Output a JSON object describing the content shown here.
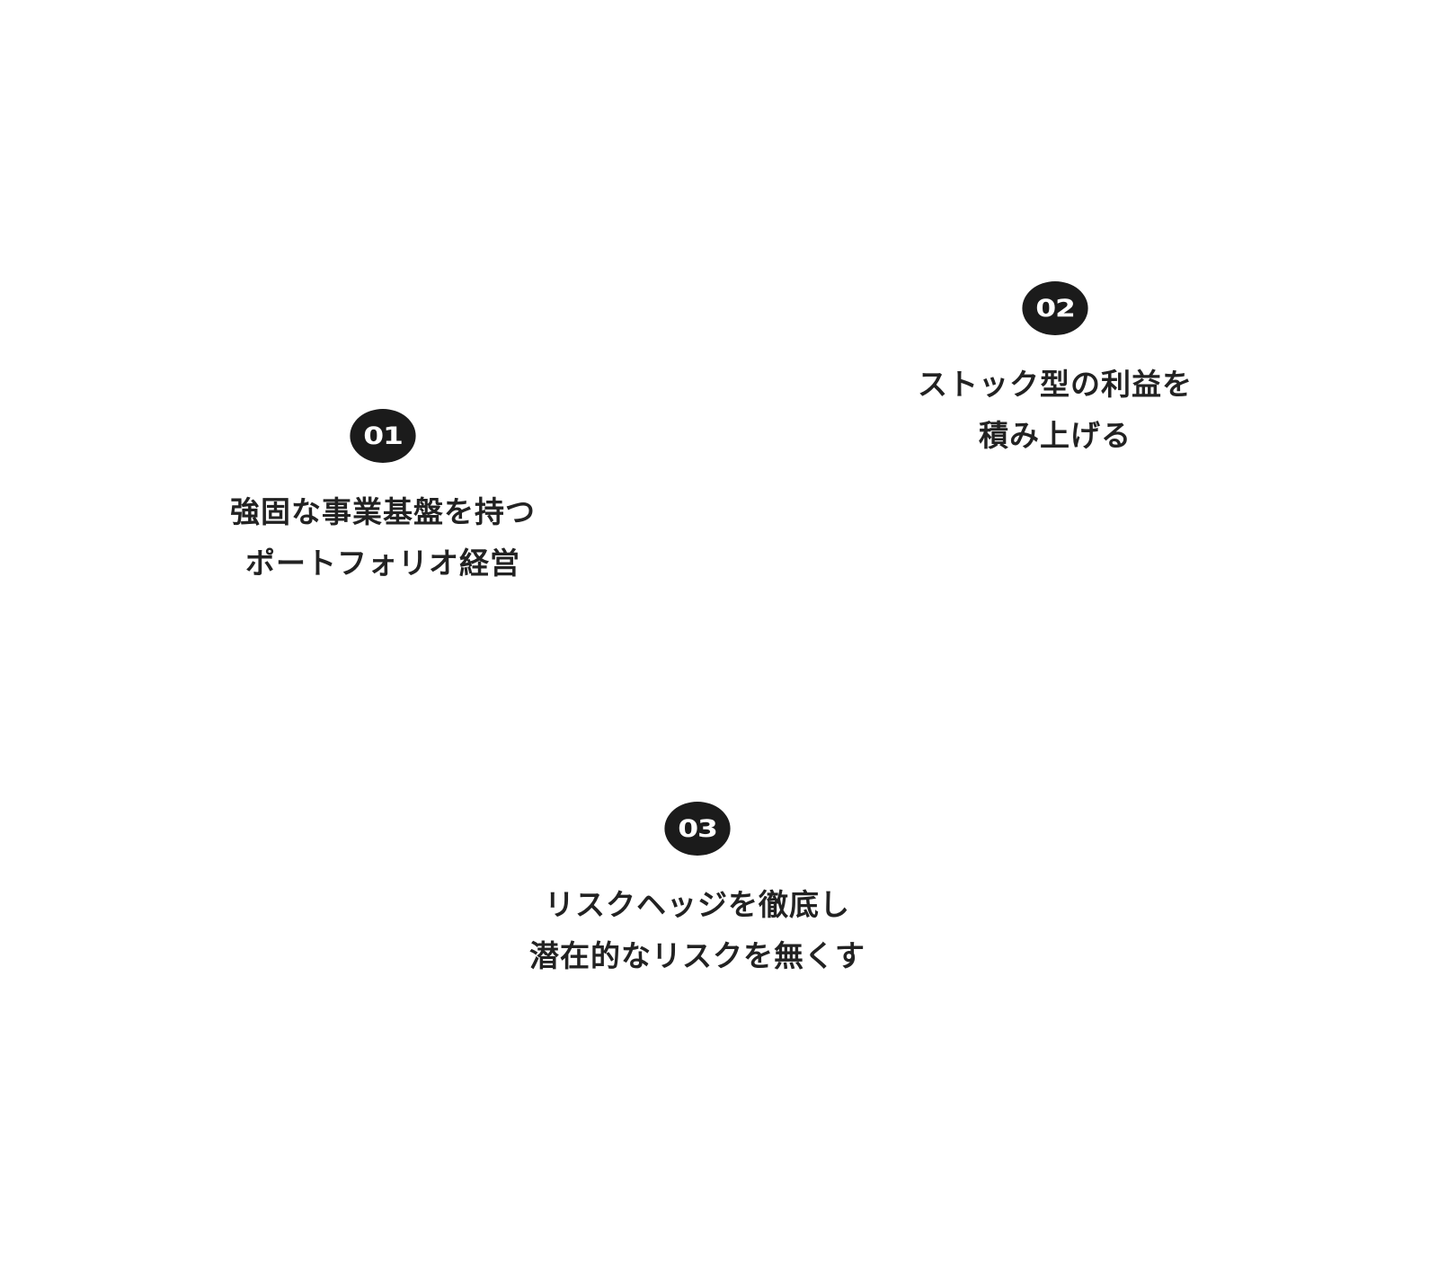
{
  "points": [
    {
      "number": "01",
      "lines": [
        "強固な事業基盤を持つ",
        "ポートフォリオ経営"
      ]
    },
    {
      "number": "02",
      "lines": [
        "ストック型の利益を",
        "積み上げる"
      ]
    },
    {
      "number": "03",
      "lines": [
        "リスクヘッジを徹底し",
        "潜在的なリスクを無くす"
      ]
    }
  ]
}
